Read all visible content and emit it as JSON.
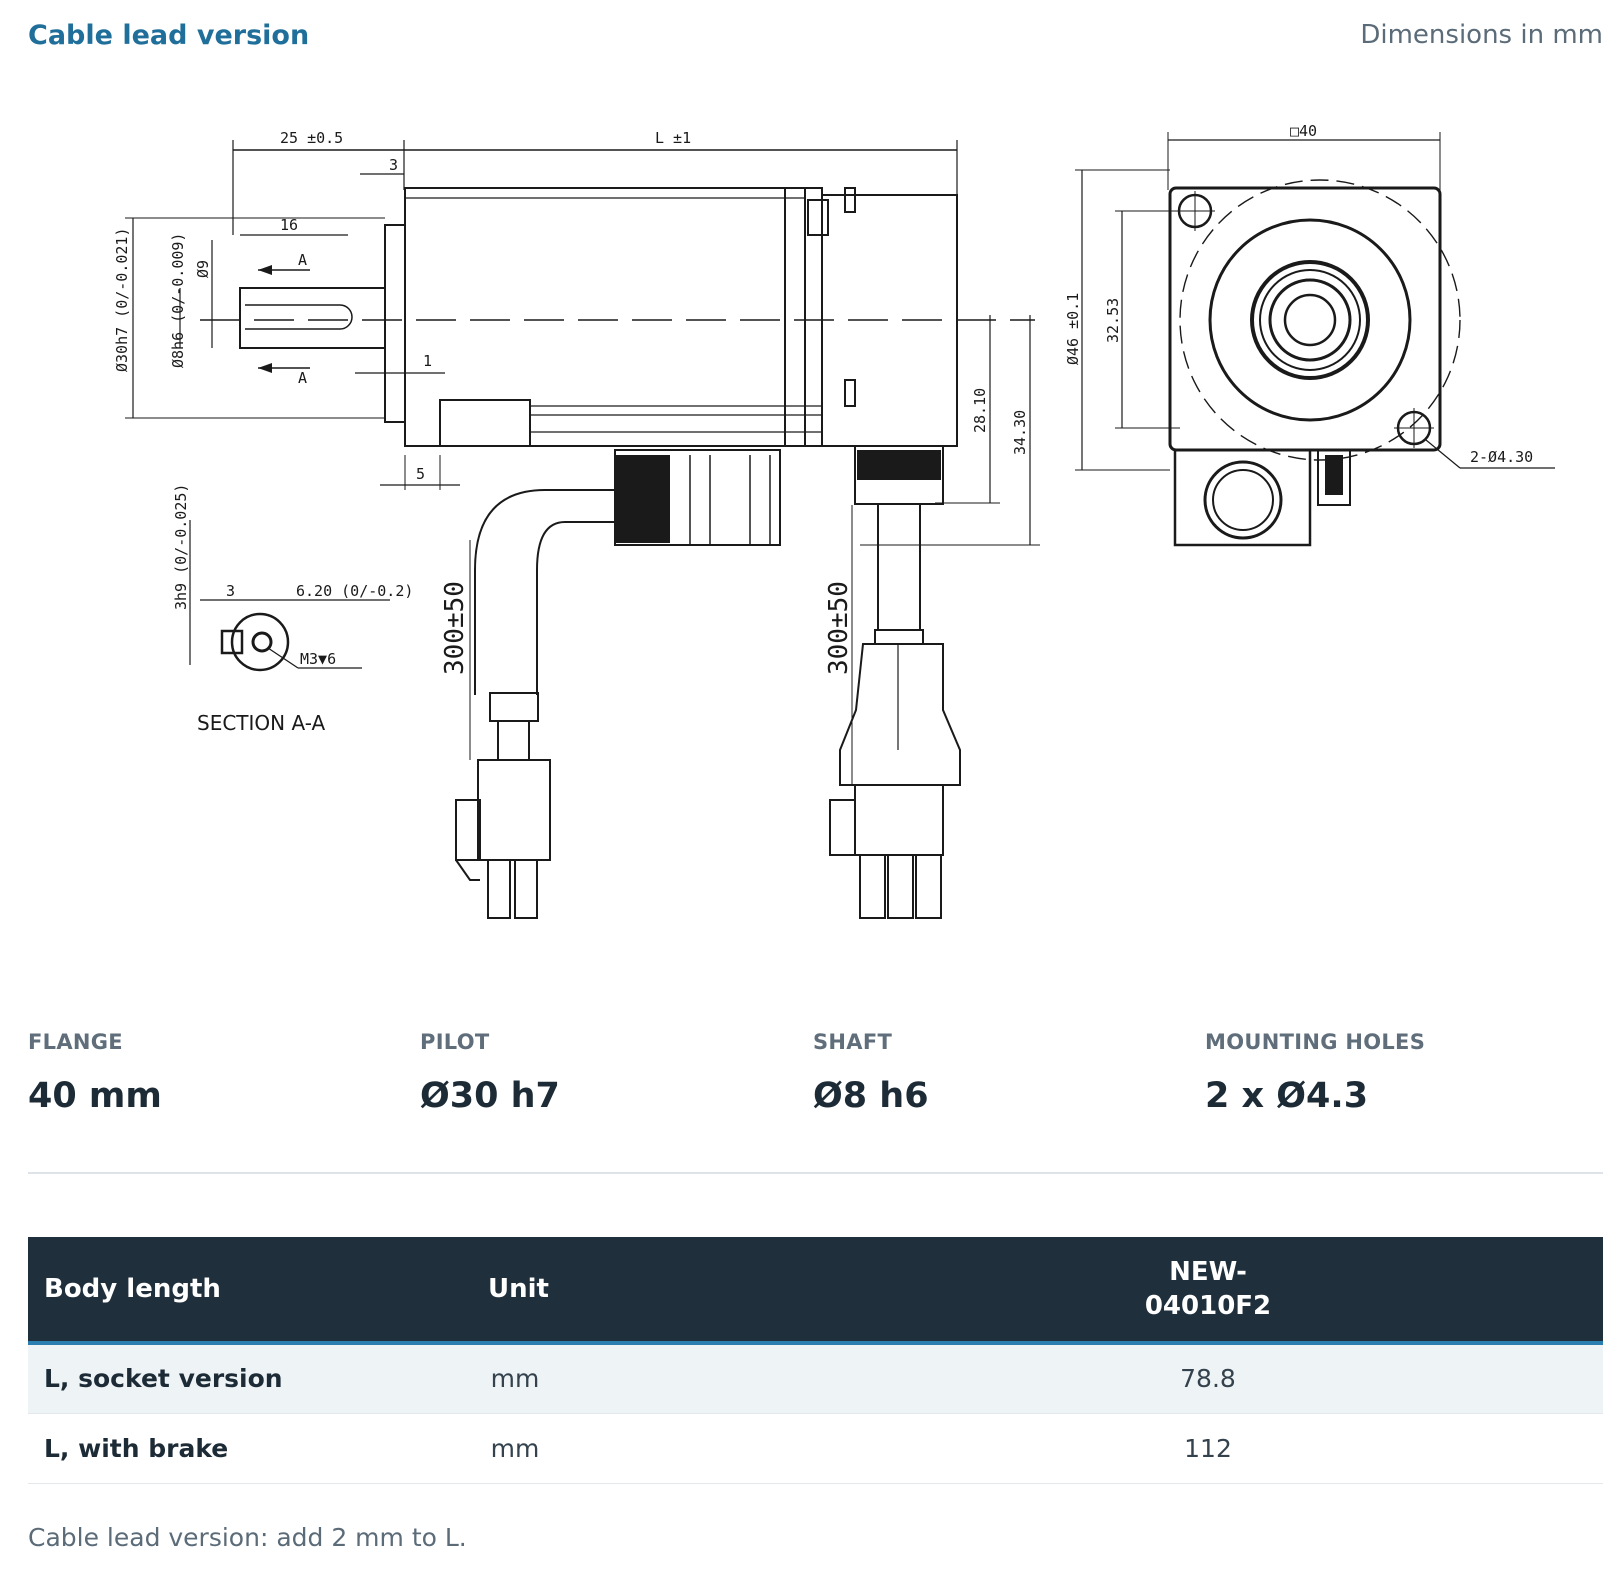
{
  "header": {
    "title": "Cable lead version",
    "units_note": "Dimensions in mm"
  },
  "drawing": {
    "dim_shaft_flange": "25 ±0.5",
    "dim_length": "L ±1",
    "dim_3": "3",
    "dim_16": "16",
    "dim_a_top": "A",
    "dim_a_bottom": "A",
    "dim_phi9": "Ø9",
    "dim_pilot": "Ø30h7 (0/-0.021)",
    "dim_shaft": "Ø8h6 (0/-0.009)",
    "dim_1": "1",
    "dim_5": "5",
    "dim_28": "28.10",
    "dim_34": "34.30",
    "dim_square": "□40",
    "dim_bolt_circle": "Ø46 ±0.1",
    "dim_hole_spacing": "32.53",
    "dim_holes": "2-Ø4.30",
    "dim_key_width": "3h9 (0/-0.025)",
    "dim_key_3": "3",
    "dim_key_depth": "6.20 (0/-0.2)",
    "dim_thread": "M3▼6",
    "section_label": "SECTION A-A",
    "cable_left": "300±50",
    "cable_right": "300±50"
  },
  "specs": [
    {
      "label": "FLANGE",
      "value": "40 mm"
    },
    {
      "label": "PILOT",
      "value": "Ø30 h7"
    },
    {
      "label": "SHAFT",
      "value": "Ø8 h6"
    },
    {
      "label": "MOUNTING HOLES",
      "value": "2 x Ø4.3"
    }
  ],
  "table": {
    "headers": [
      "Body length",
      "Unit",
      "NEW-",
      "04010F2"
    ],
    "rows": [
      {
        "label": "L, socket version",
        "unit": "mm",
        "value": "78.8"
      },
      {
        "label": "L, with brake",
        "unit": "mm",
        "value": "112"
      }
    ]
  },
  "footnote": "Cable lead version: add 2 mm to L."
}
